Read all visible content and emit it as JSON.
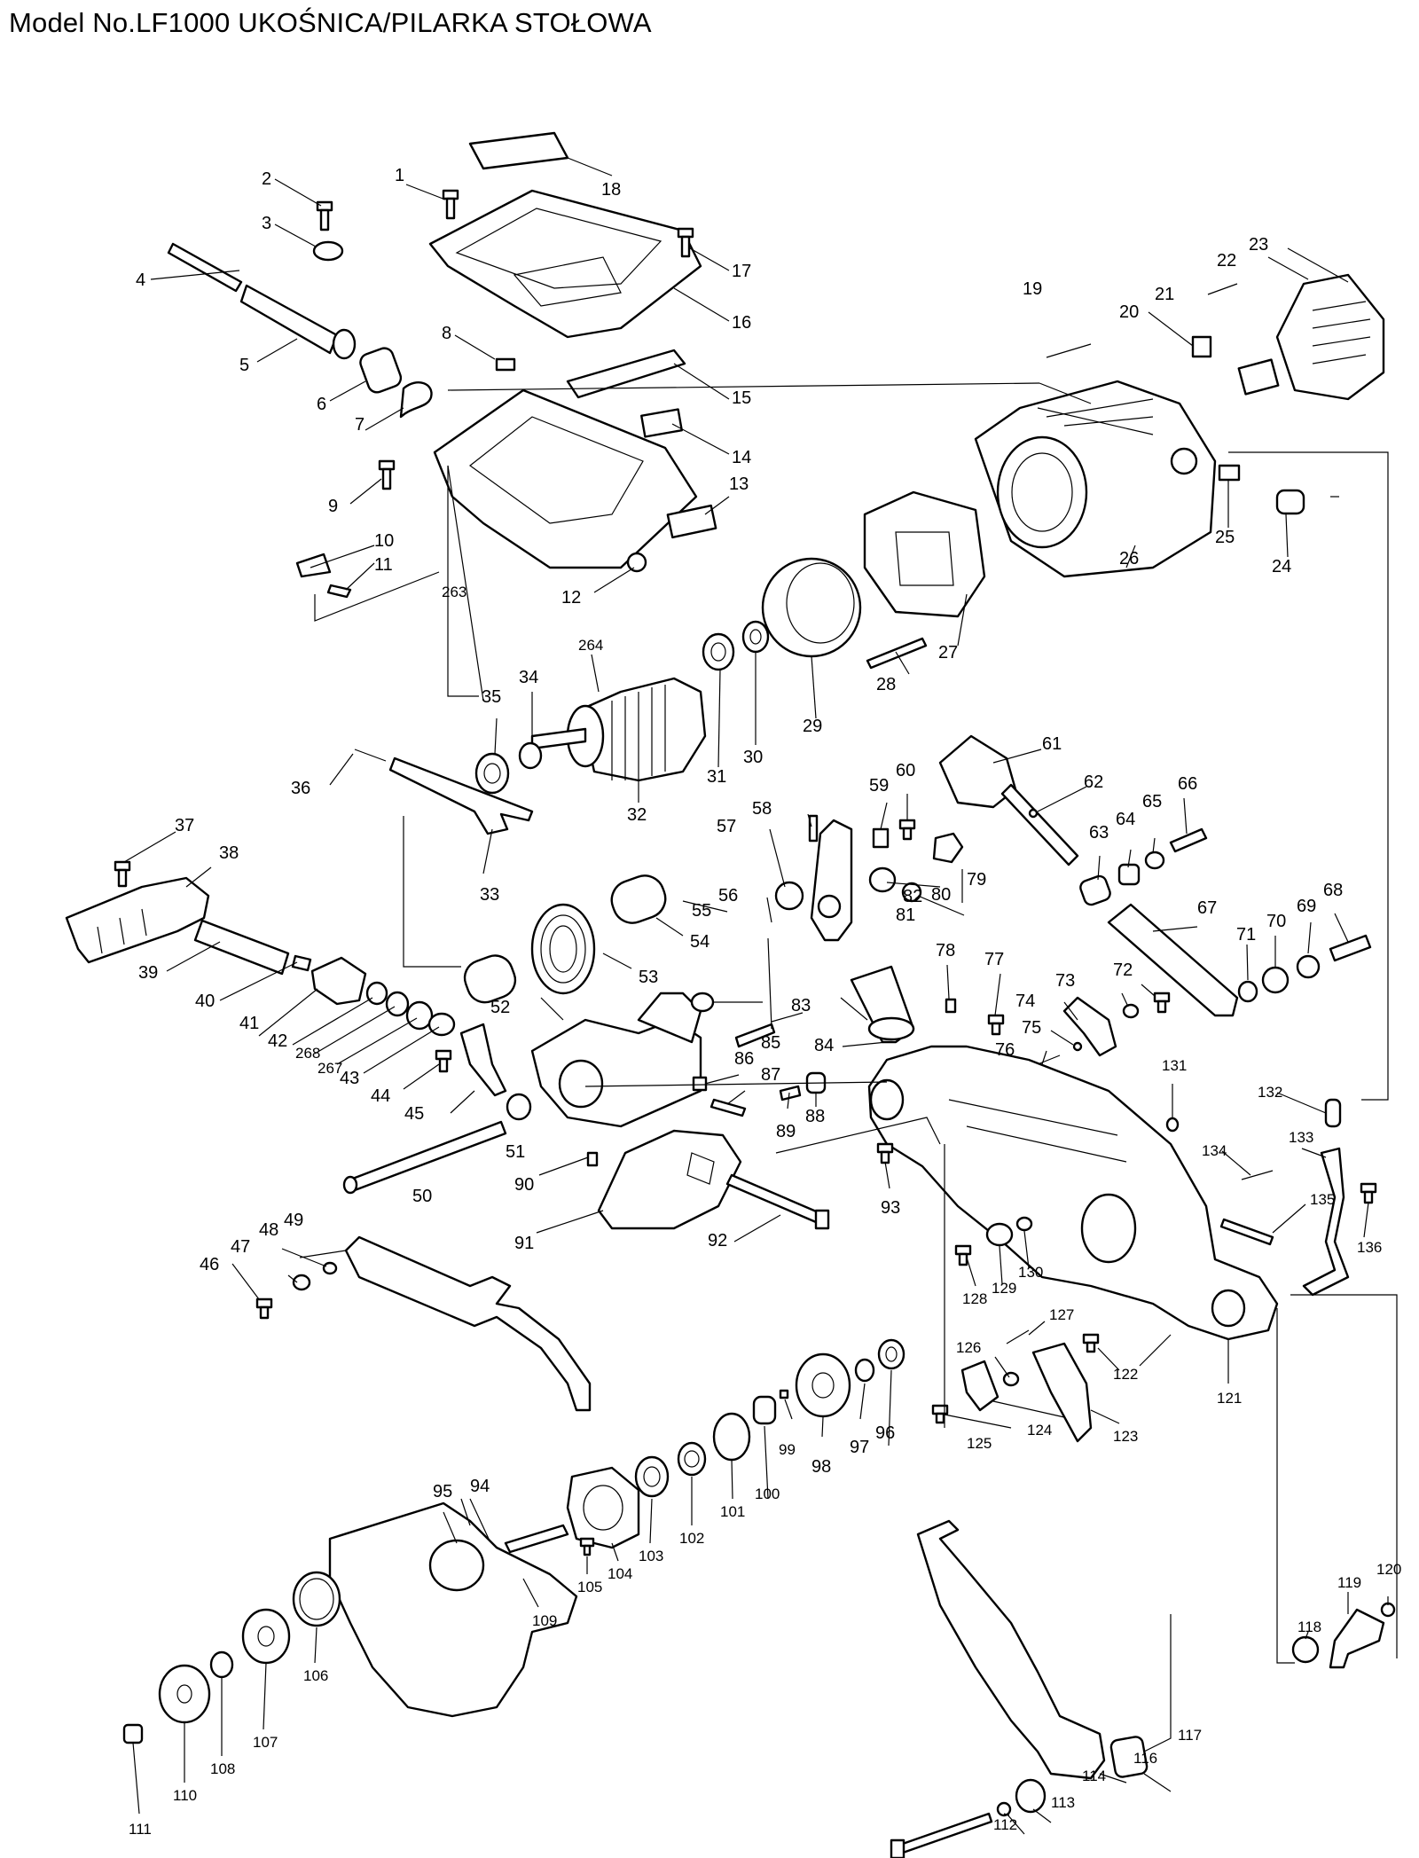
{
  "title": "Model No.LF1000 UKOŚNICA/PILARKA STOŁOWA",
  "part_numbers": [
    "1",
    "2",
    "3",
    "4",
    "5",
    "6",
    "7",
    "8",
    "9",
    "10",
    "11",
    "12",
    "13",
    "14",
    "15",
    "16",
    "17",
    "18",
    "19",
    "20",
    "21",
    "22",
    "23",
    "24",
    "25",
    "26",
    "27",
    "28",
    "29",
    "30",
    "31",
    "32",
    "33",
    "34",
    "35",
    "36",
    "37",
    "38",
    "39",
    "40",
    "41",
    "42",
    "43",
    "44",
    "45",
    "46",
    "47",
    "48",
    "49",
    "50",
    "51",
    "52",
    "53",
    "54",
    "55",
    "56",
    "57",
    "58",
    "59",
    "60",
    "61",
    "62",
    "63",
    "64",
    "65",
    "66",
    "67",
    "68",
    "69",
    "70",
    "71",
    "72",
    "73",
    "74",
    "75",
    "76",
    "77",
    "78",
    "79",
    "80",
    "81",
    "82",
    "83",
    "84",
    "85",
    "86",
    "87",
    "88",
    "89",
    "90",
    "91",
    "92",
    "93",
    "94",
    "95",
    "96",
    "97",
    "98",
    "99",
    "100",
    "101",
    "102",
    "103",
    "104",
    "105",
    "106",
    "107",
    "108",
    "109",
    "110",
    "111",
    "112",
    "113",
    "114",
    "116",
    "117",
    "118",
    "119",
    "120",
    "121",
    "122",
    "123",
    "124",
    "125",
    "126",
    "127",
    "128",
    "129",
    "130",
    "131",
    "132",
    "133",
    "134",
    "135",
    "136",
    "263",
    "264",
    "267",
    "268"
  ]
}
